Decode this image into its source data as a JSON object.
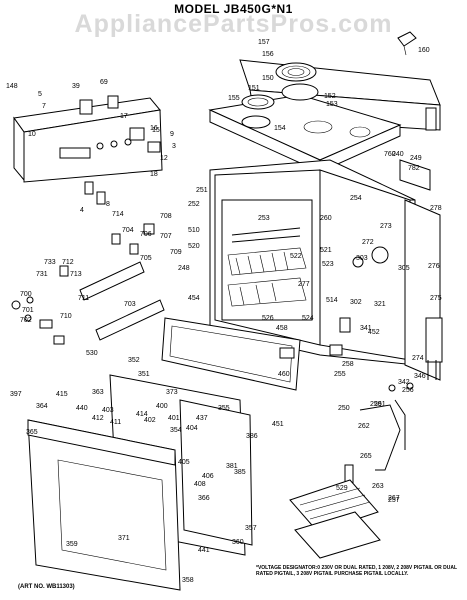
{
  "diagram": {
    "model_title": "MODEL JB450G*N1",
    "watermark": "AppliancePartsPros.com",
    "art_number": "(ART NO. WB11303)",
    "note": "*VOLTAGE DESIGNATOR:0 230V OR DUAL RATED, 1 208V, 2 208V PIGTAIL OR DUAL RATED PIGTAIL, 3 208V PIGTAIL PURCHASE PIGTAIL LOCALLY."
  },
  "labels": [
    "5",
    "7",
    "17",
    "18",
    "39",
    "69",
    "148",
    "150",
    "151",
    "152",
    "153",
    "154",
    "155",
    "156",
    "157",
    "160",
    "240",
    "248",
    "249",
    "250",
    "251",
    "252",
    "253",
    "254",
    "255",
    "256",
    "257",
    "258",
    "259",
    "260",
    "261",
    "262",
    "263",
    "265",
    "267",
    "272",
    "273",
    "274",
    "275",
    "276",
    "277",
    "278",
    "302",
    "303",
    "305",
    "321",
    "341",
    "342",
    "346",
    "351",
    "352",
    "354",
    "355",
    "357",
    "358",
    "359",
    "360",
    "363",
    "364",
    "365",
    "366",
    "371",
    "373",
    "381",
    "385",
    "386",
    "397",
    "400",
    "401",
    "402",
    "403",
    "404",
    "405",
    "406",
    "408",
    "411",
    "412",
    "414",
    "415",
    "437",
    "440",
    "441",
    "451",
    "452",
    "454",
    "458",
    "460",
    "510",
    "514",
    "520",
    "521",
    "522",
    "523",
    "524",
    "526",
    "529",
    "530",
    "700",
    "701",
    "702",
    "703",
    "704",
    "705",
    "706",
    "707",
    "708",
    "709",
    "710",
    "711",
    "712",
    "713",
    "714",
    "731",
    "733",
    "760",
    "782",
    "4",
    "8",
    "9",
    "10",
    "12",
    "15",
    "16",
    "3"
  ]
}
